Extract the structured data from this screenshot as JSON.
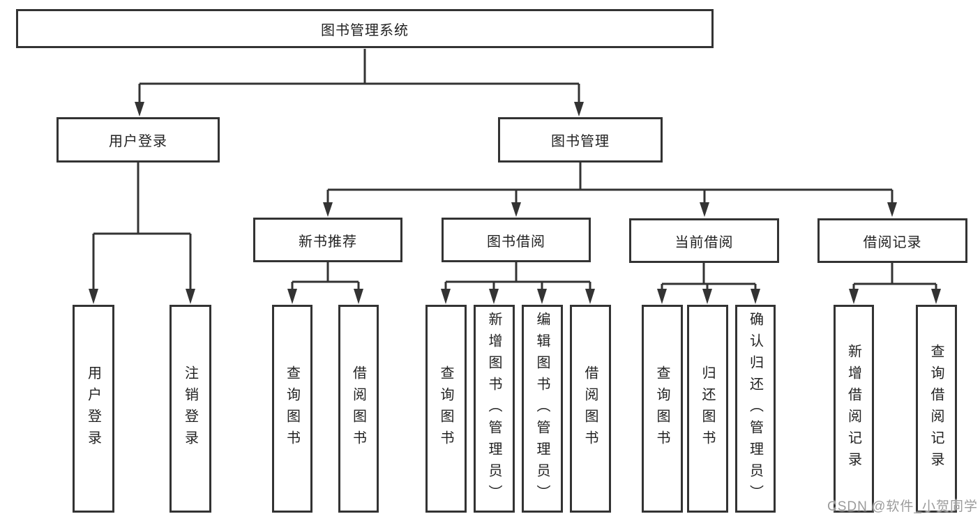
{
  "diagram": {
    "nodes": {
      "root": "图书管理系统",
      "user_login": "用户登录",
      "book_mgmt": "图书管理",
      "new_books": "新书推荐",
      "book_borrow": "图书借阅",
      "current_borrow": "当前借阅",
      "borrow_records": "借阅记录",
      "ul_login": "用户登录",
      "ul_logout": "注销登录",
      "nb_query": "查询图书",
      "nb_borrow": "借阅图书",
      "bb_query": "查询图书",
      "bb_add": "新增图书（管理员）",
      "bb_edit": "编辑图书（管理员）",
      "bb_borrow": "借阅图书",
      "cb_query": "查询图书",
      "cb_return": "归还图书",
      "cb_confirm": "确认归还（管理员）",
      "br_add": "新增借阅记录",
      "br_query": "查询借阅记录"
    },
    "hierarchy": {
      "图书管理系统": {
        "用户登录": [
          "用户登录",
          "注销登录"
        ],
        "图书管理": {
          "新书推荐": [
            "查询图书",
            "借阅图书"
          ],
          "图书借阅": [
            "查询图书",
            "新增图书（管理员）",
            "编辑图书（管理员）",
            "借阅图书"
          ],
          "当前借阅": [
            "查询图书",
            "归还图书",
            "确认归还（管理员）"
          ],
          "借阅记录": [
            "新增借阅记录",
            "查询借阅记录"
          ]
        }
      }
    },
    "colors": {
      "line": "#333333",
      "box_border": "#333333",
      "box_bg": "#ffffff",
      "text": "#222222",
      "watermark_text": "#9b9b9b"
    }
  },
  "watermark": "CSDN @软件_小贺同学"
}
